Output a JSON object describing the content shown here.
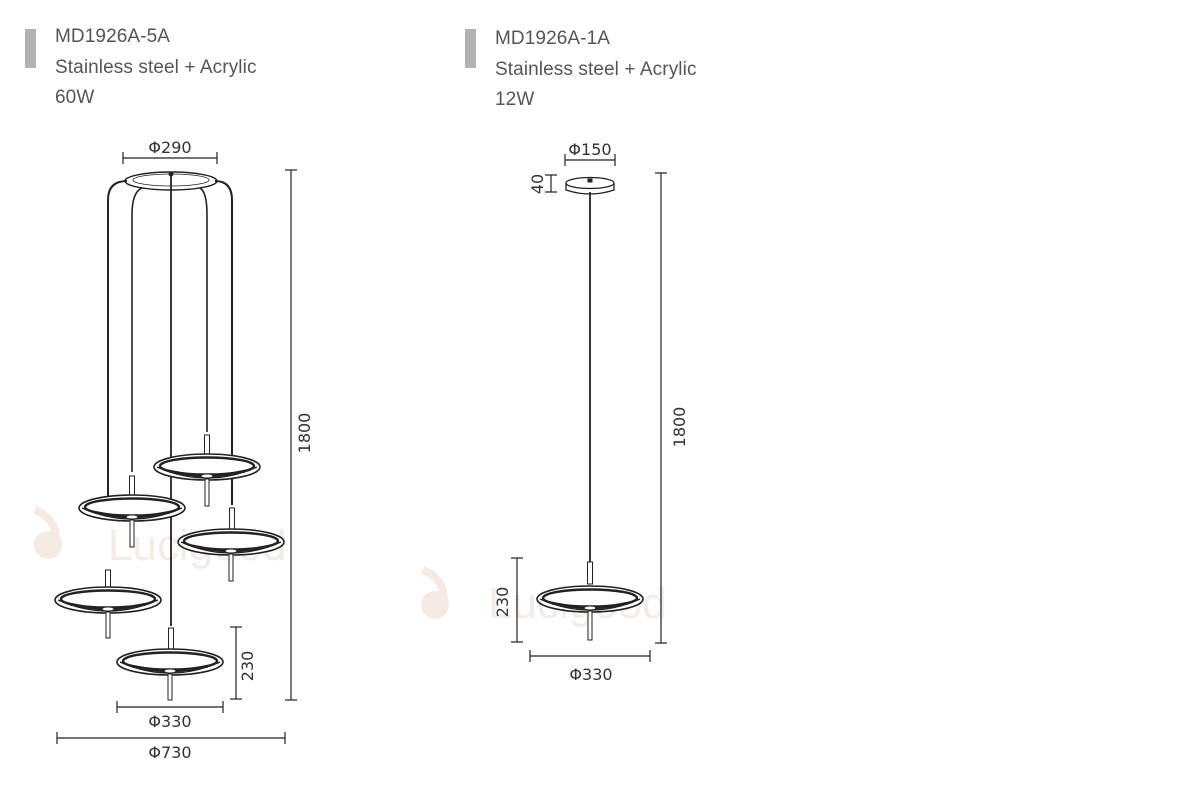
{
  "products": [
    {
      "model": "MD1926A-5A",
      "material": "Stainless steel + Acrylic",
      "power": "60W",
      "dimensions": {
        "canopy_diameter": "Φ290",
        "overall_height": "1800",
        "shade_height": "230",
        "shade_diameter": "Φ330",
        "overall_diameter": "Φ730"
      }
    },
    {
      "model": "MD1926A-1A",
      "material": "Stainless steel + Acrylic",
      "power": "12W",
      "dimensions": {
        "canopy_diameter": "Φ150",
        "canopy_height": "40",
        "overall_height": "1800",
        "shade_height": "230",
        "shade_diameter": "Φ330"
      }
    }
  ],
  "colors": {
    "line": "#333333",
    "accent_bar": "#b2b2b2",
    "spec_text": "#555555",
    "watermark": "#f4ece6"
  },
  "watermark": "Lucigood"
}
